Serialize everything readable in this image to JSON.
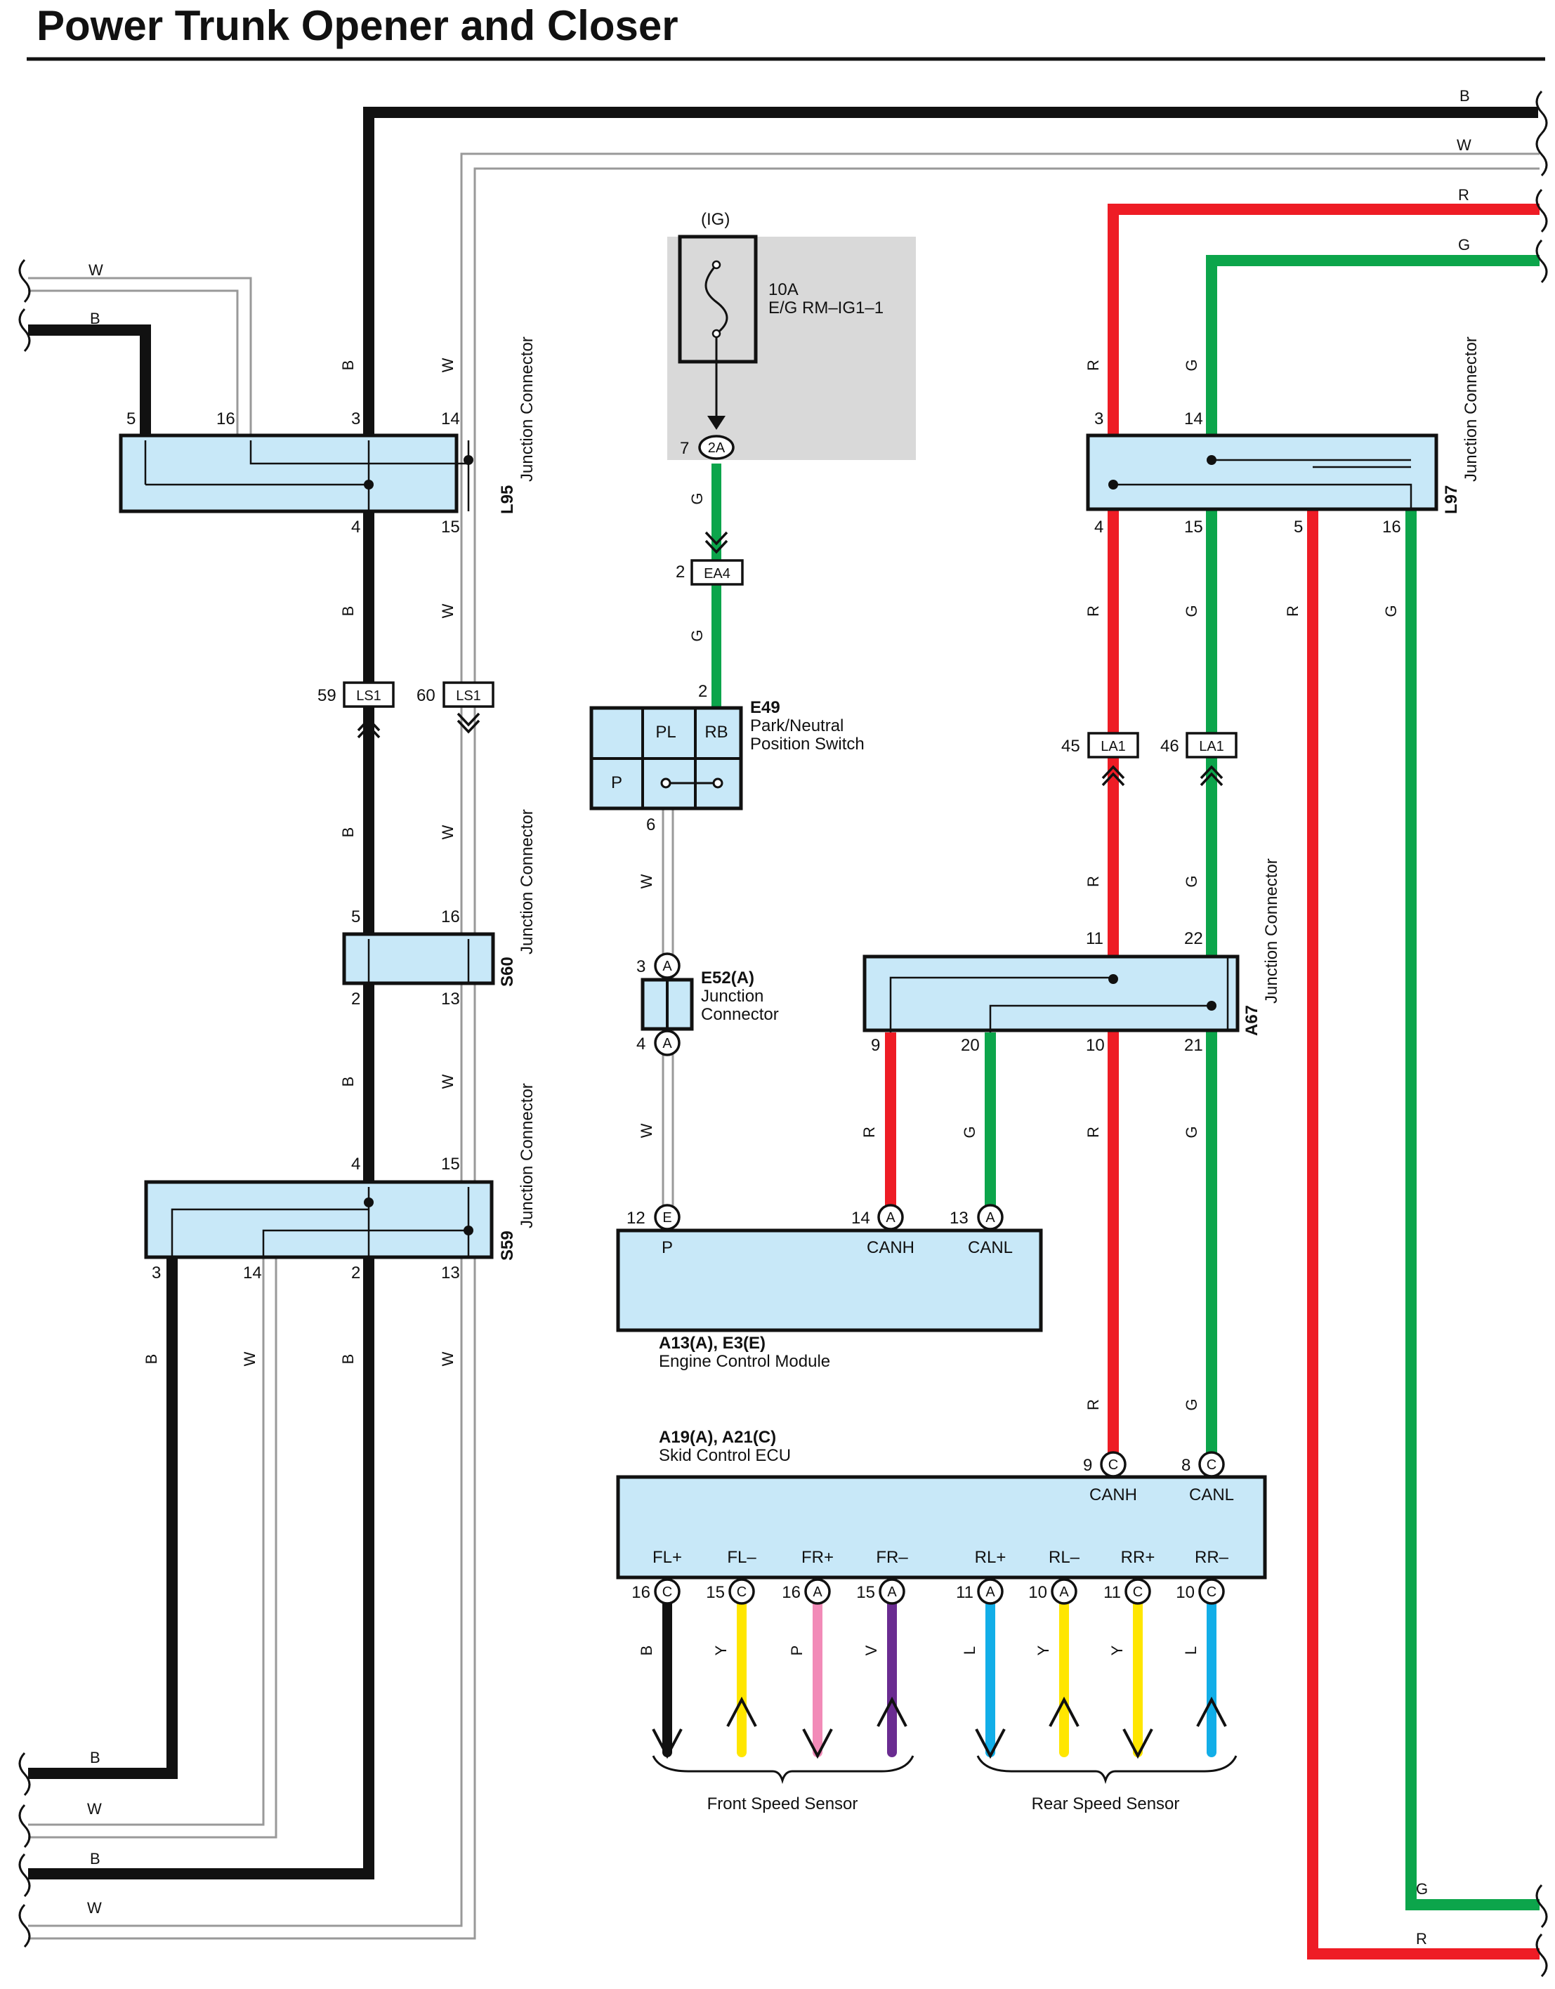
{
  "title": "Power Trunk Opener and Closer",
  "colors": {
    "B": "#111111",
    "W": "#888888",
    "R": "#ee1c25",
    "G": "#0ca54b",
    "Y": "#ffe600",
    "P": "#f28bb8",
    "V": "#6a2c91",
    "L": "#12aee8",
    "box": "#c8e8f8",
    "fuse_area": "#d9d9d9"
  },
  "wire_codes": {
    "B": "B",
    "W": "W",
    "R": "R",
    "G": "G",
    "Y": "Y",
    "P": "P",
    "V": "V",
    "L": "L"
  },
  "components": {
    "l95": {
      "code": "L95",
      "name": "Junction Connector"
    },
    "s60": {
      "code": "S60",
      "name": "Junction Connector"
    },
    "s59": {
      "code": "S59",
      "name": "Junction Connector"
    },
    "l97": {
      "code": "L97",
      "name": "Junction Connector"
    },
    "a67": {
      "code": "A67",
      "name": "Junction Connector"
    },
    "fuse": {
      "supply": "(IG)",
      "rating": "10A",
      "name": "E/G RM–IG1–1"
    },
    "e49": {
      "code": "E49",
      "name_line1": "Park/Neutral",
      "name_line2": "Position Switch",
      "pin_pl": "PL",
      "pin_rb": "RB",
      "pin_p": "P"
    },
    "e52": {
      "code": "E52(A)",
      "name_line1": "Junction",
      "name_line2": "Connector"
    },
    "ecm": {
      "code": "A13(A), E3(E)",
      "name": "Engine Control Module",
      "pin_p": "P",
      "pin_canh": "CANH",
      "pin_canl": "CANL"
    },
    "skid": {
      "code": "A19(A), A21(C)",
      "name": "Skid Control ECU",
      "pin_canh": "CANH",
      "pin_canl": "CANL",
      "sensor_pins": [
        "FL+",
        "FL–",
        "FR+",
        "FR–",
        "RL+",
        "RL–",
        "RR+",
        "RR–"
      ]
    }
  },
  "connectors": {
    "ls1": "LS1",
    "la1": "LA1",
    "ea4": "EA4",
    "c2a": "2A",
    "a": "A",
    "c": "C",
    "e": "E"
  },
  "pins": {
    "p2": "2",
    "p3": "3",
    "p4": "4",
    "p5": "5",
    "p6": "6",
    "p7": "7",
    "p8": "8",
    "p9": "9",
    "p10": "10",
    "p11": "11",
    "p12": "12",
    "p13": "13",
    "p14": "14",
    "p15": "15",
    "p16": "16",
    "p20": "20",
    "p21": "21",
    "p22": "22",
    "p45": "45",
    "p46": "46",
    "p59": "59",
    "p60": "60"
  },
  "sensors": {
    "front": "Front Speed Sensor",
    "rear": "Rear Speed Sensor"
  }
}
